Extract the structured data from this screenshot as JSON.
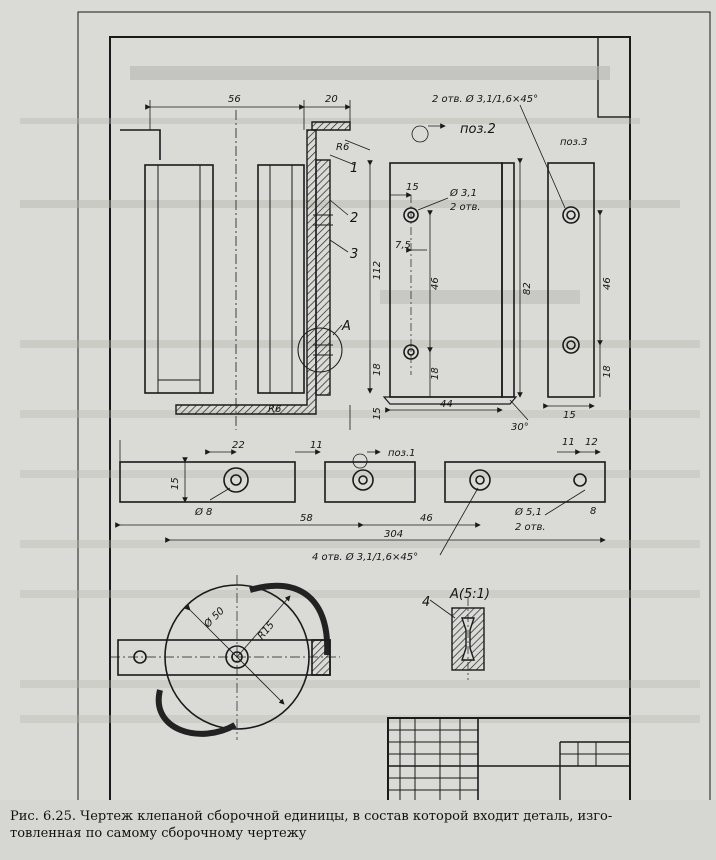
{
  "caption": {
    "line1": "Рис. 6.25. Чертеж клепаной сборочной единицы, в состав которой входит деталь, изго-",
    "line2": "товленная по самому сборочному чертежу"
  },
  "dimensions": {
    "d56": "56",
    "d20": "20",
    "r6_top": "R6",
    "d112": "112",
    "d18_left": "18",
    "d15_left": "15",
    "r6_bottom": "R6",
    "d15_hole": "15",
    "hole_d31": "Ø 3,1",
    "two_holes": "2 отв.",
    "d7_5": "7,5",
    "d46_mid": "46",
    "d18_mid": "18",
    "d82": "82",
    "d44": "44",
    "ang30": "30°",
    "d46_right": "46",
    "d18_right": "18",
    "d15_right": "15",
    "chamfer_top": "2 отв. Ø 3,1/1,6×45°",
    "d22": "22",
    "d11_mid": "11",
    "d15_strip": "15",
    "d8_left": "Ø 8",
    "d58": "58",
    "d304": "304",
    "d46_strip": "46",
    "d11_right": "11",
    "d12": "12",
    "hole_d51": "Ø 5,1",
    "two_holes_b": "2 отв.",
    "d8_right": "8",
    "chamfer_bottom": "4 отв. Ø 3,1/1,6×45°",
    "d50": "Ø 50",
    "r15": "R15"
  },
  "callouts": {
    "c1": "1",
    "c2": "2",
    "c3": "3",
    "c4": "4",
    "cA": "A",
    "detail_A": "A(5:1)",
    "poz1": "поз.1",
    "poz2": "поз.2",
    "poz3": "поз.3"
  }
}
